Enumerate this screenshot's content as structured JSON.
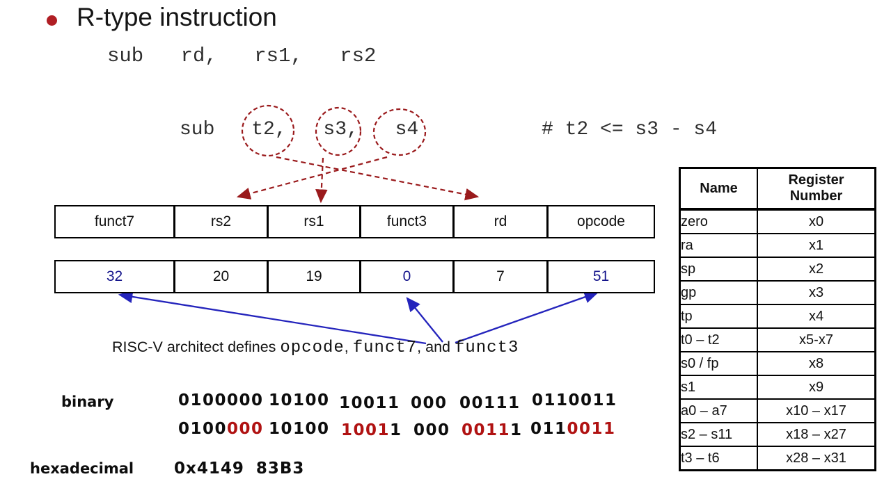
{
  "title": "R-type instruction",
  "syntax_line": "sub rd, rs1, rs2",
  "example": {
    "code": "sub t2, s3, s4",
    "comment": "# t2 <= s3 - s4",
    "circled_operands": [
      "t2",
      "s3",
      "s4"
    ]
  },
  "format": {
    "fields": [
      "funct7",
      "rs2",
      "rs1",
      "funct3",
      "rd",
      "opcode"
    ],
    "values": [
      "32",
      "20",
      "19",
      "0",
      "7",
      "51"
    ],
    "architect_defined": [
      "opcode",
      "funct7",
      "funct3"
    ]
  },
  "caption": {
    "parts": [
      {
        "text": "RISC-V architect defines ",
        "mono": false
      },
      {
        "text": "opcode",
        "mono": true
      },
      {
        "text": ", ",
        "mono": false
      },
      {
        "text": "funct7",
        "mono": true
      },
      {
        "text": ", and ",
        "mono": false
      },
      {
        "text": "funct3",
        "mono": true
      }
    ]
  },
  "encoding": {
    "binary_label": "binary",
    "row1": [
      "0100000",
      "10100",
      "10011",
      "000",
      "00111",
      "0110011"
    ],
    "row2": [
      {
        "segs": [
          {
            "t": "0100",
            "red": false
          },
          {
            "t": "000",
            "red": true
          }
        ]
      },
      {
        "segs": [
          {
            "t": "10100",
            "red": false
          }
        ]
      },
      {
        "segs": [
          {
            "t": "1001",
            "red": true
          },
          {
            "t": "1",
            "red": false
          }
        ]
      },
      {
        "segs": [
          {
            "t": "000",
            "red": false
          }
        ]
      },
      {
        "segs": [
          {
            "t": "0011",
            "red": true
          },
          {
            "t": "1",
            "red": false
          }
        ]
      },
      {
        "segs": [
          {
            "t": "011",
            "red": false
          },
          {
            "t": "0011",
            "red": true
          }
        ]
      }
    ],
    "hex_label": "hexadecimal",
    "hex_value": "0x4149 83B3"
  },
  "register_table": {
    "headers": [
      "Name",
      "Register Number"
    ],
    "rows": [
      [
        "zero",
        "x0"
      ],
      [
        "ra",
        "x1"
      ],
      [
        "sp",
        "x2"
      ],
      [
        "gp",
        "x3"
      ],
      [
        "tp",
        "x4"
      ],
      [
        "t0 – t2",
        "x5-x7"
      ],
      [
        "s0 / fp",
        "x8"
      ],
      [
        "s1",
        "x9"
      ],
      [
        "a0 – a7",
        "x10 – x17"
      ],
      [
        "s2 – s11",
        "x18 – x27"
      ],
      [
        "t3 – t6",
        "x28 – x31"
      ]
    ]
  },
  "colors": {
    "bullet_red": "#b01e24",
    "dashed_red": "#9a1a1c",
    "binary_red": "#b01212",
    "value_navy": "#16168c",
    "arrow_blue": "#2424bc"
  }
}
